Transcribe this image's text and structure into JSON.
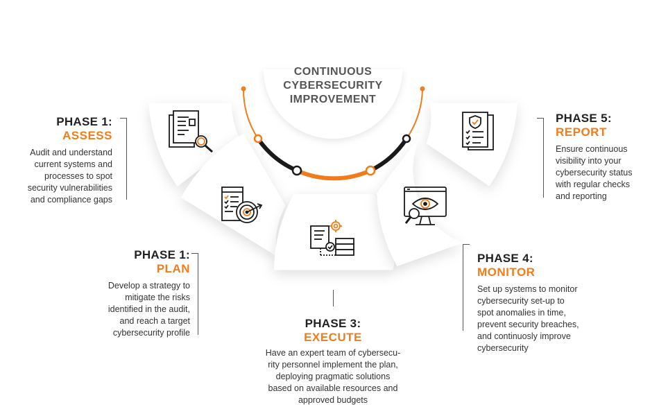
{
  "center_title": {
    "line1": "CONTINUOUS",
    "line2": "CYBERSECURITY",
    "line3": "IMPROVEMENT"
  },
  "accent_color": "#f07c1a",
  "phases": [
    {
      "label": "PHASE 1:",
      "name": "ASSESS",
      "icon": "document-magnifier-icon",
      "desc": [
        "Audit and understand",
        "current systems and",
        "processes to spot",
        "security vulnerabilities",
        "and compliance gaps"
      ]
    },
    {
      "label": "PHASE 1:",
      "name": "PLAN",
      "icon": "checklist-target-icon",
      "desc": [
        "Develop a strategy to",
        "mitigate the risks",
        "identified in the audit,",
        "and reach a target",
        "cybersecurity profile"
      ]
    },
    {
      "label": "PHASE 3:",
      "name": "EXECUTE",
      "icon": "gear-document-server-icon",
      "desc": [
        "Have an expert team of cybersecu-",
        "rity personnel implement the plan,",
        "deploying pragmatic solutions",
        "based on available resources and",
        "approved budgets"
      ]
    },
    {
      "label": "PHASE 4:",
      "name": "MONITOR",
      "icon": "monitor-eye-icon",
      "desc": [
        "Set up systems to monitor",
        "cybersecurity set-up to",
        "spot anomalies in time,",
        "prevent security breaches,",
        "and continuosly improve",
        "cybersecurity"
      ]
    },
    {
      "label": "PHASE 5:",
      "name": "REPORT",
      "icon": "shield-checklist-icon",
      "desc": [
        "Ensure continuous",
        "visibility into your",
        "cybersecurity status",
        "with regular checks",
        "and reporting"
      ]
    }
  ]
}
